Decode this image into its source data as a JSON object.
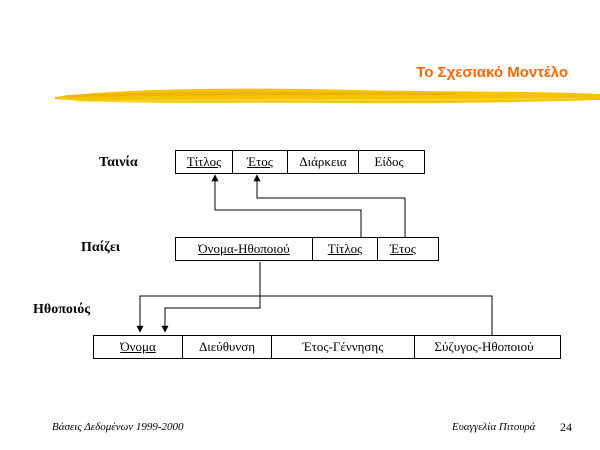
{
  "title": "Το Σχεσιακό Μοντέλο",
  "tables": {
    "tainia": {
      "name": "Ταινία",
      "columns": [
        "Τίτλος",
        "Έτος",
        "Διάρκεια",
        "Είδος"
      ]
    },
    "paizei": {
      "name": "Παίζει",
      "columns": [
        "Όνομα-Ηθοποιού",
        "Τίτλος",
        "Έτος"
      ]
    },
    "ithopoios": {
      "name": "Ηθοποιός",
      "columns": [
        "Όνομα",
        "Διεύθυνση",
        "Έτος-Γέννησης",
        "Σύζυγος-Ηθοποιού"
      ]
    }
  },
  "footer": {
    "left": "Βάσεις Δεδομένων 1999-2000",
    "author": "Ευαγγελία Πιτουρά",
    "page": "24"
  },
  "colors": {
    "title": "#ff6600",
    "brush": "#f5c400"
  }
}
